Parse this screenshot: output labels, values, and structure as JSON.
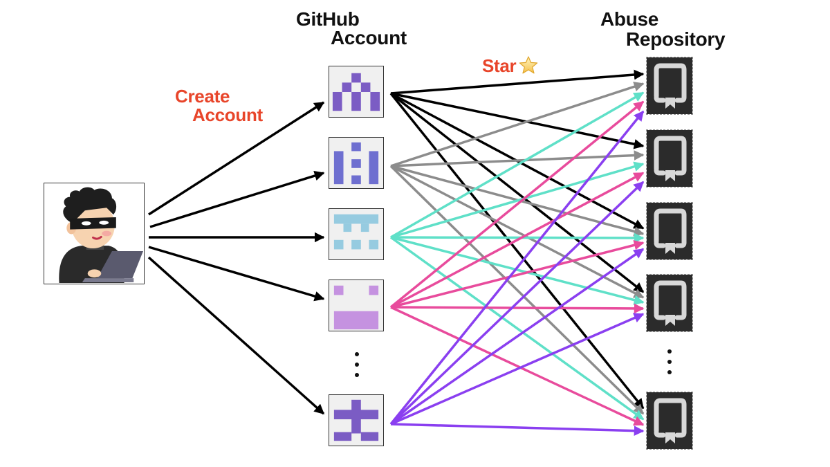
{
  "labels": {
    "accounts_title_line1": "GitHub",
    "accounts_title_line2": "Account",
    "repos_title_line1": "Abuse",
    "repos_title_line2": "Repository",
    "create_line1": "Create",
    "create_line2": "Account",
    "star": "Star"
  },
  "icons": {
    "attacker": "masked-hacker-at-laptop-icon",
    "star": "star-emoji-icon",
    "repo": "repository-book-icon"
  },
  "colors": {
    "create_label": "#e8452a",
    "create_arrows": "#000000",
    "account_edges": [
      "#000000",
      "#8c8c8c",
      "#5fe0c8",
      "#e84b9c",
      "#8a3ff0"
    ],
    "identicons": [
      "#7b5cc4",
      "#6e6fd0",
      "#96cbe0",
      "#c592e0",
      "#7b5cc4"
    ],
    "repo_bg": "#2b2b2b",
    "repo_fg": "#d8d8d8"
  },
  "accounts": [
    {
      "id": "account-1",
      "pattern": "pyramid"
    },
    {
      "id": "account-2",
      "pattern": "bars-dots"
    },
    {
      "id": "account-3",
      "pattern": "tee-dots"
    },
    {
      "id": "account-4",
      "pattern": "corners-block"
    },
    {
      "id": "account-n",
      "pattern": "cross"
    }
  ],
  "repositories": [
    "repo-1",
    "repo-2",
    "repo-3",
    "repo-4",
    "repo-n"
  ],
  "ellipsis": [
    "more-accounts",
    "more-repositories"
  ],
  "edges": {
    "create": "attacker creates each GitHub account",
    "star": "every account stars every abuse repository"
  }
}
